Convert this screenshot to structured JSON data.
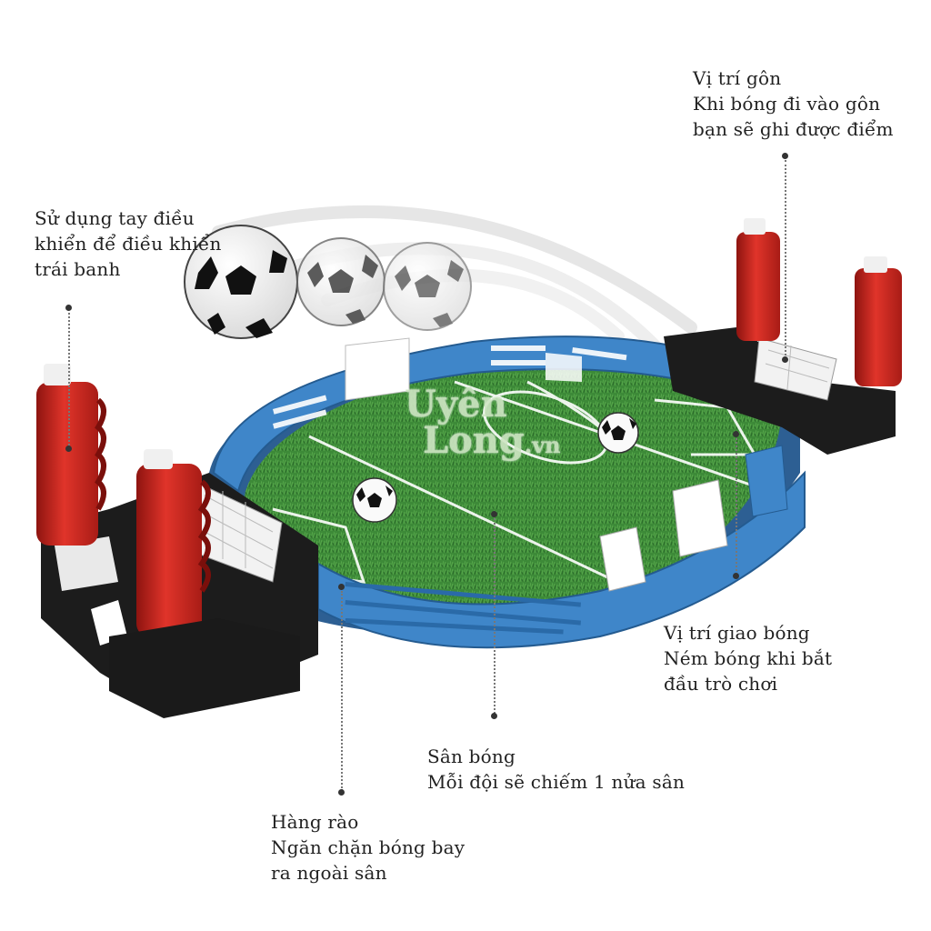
{
  "watermark": {
    "line1": "Uyên",
    "line2": "Long",
    "suffix": ".vn"
  },
  "callouts": {
    "controller": {
      "lines": [
        "Sử dụng tay điều",
        "khiển để điều khiển",
        "trái banh"
      ]
    },
    "goal": {
      "lines": [
        "Vị trí gôn",
        "Khi bóng đi vào gôn",
        "bạn sẽ ghi được điểm"
      ]
    },
    "kickoff": {
      "lines": [
        "Vị trí giao bóng",
        "Ném bóng khi bắt",
        "đầu trò chơi"
      ]
    },
    "field": {
      "lines": [
        "Sân bóng",
        "Mỗi đội sẽ chiếm 1 nửa sân"
      ]
    },
    "fence": {
      "lines": [
        "Hàng rào",
        "Ngăn chặn bóng bay",
        "ra ngoài sân"
      ]
    }
  },
  "colors": {
    "grass": "#3f8a3a",
    "fence": "#3f86c9",
    "handle": "#d42a22",
    "base": "#1c1c1c"
  }
}
